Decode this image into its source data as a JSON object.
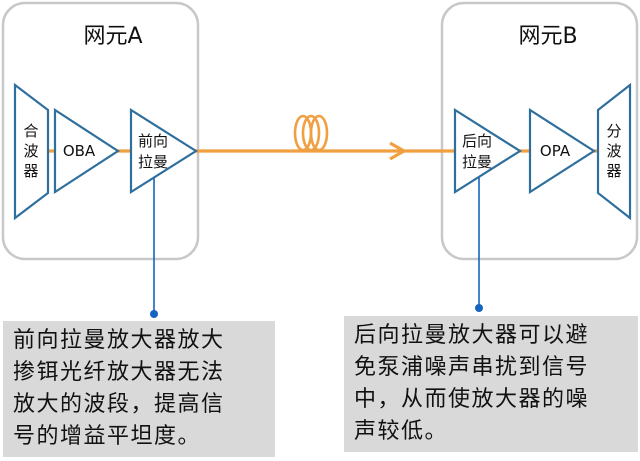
{
  "ne_a": {
    "title": "网元A"
  },
  "ne_b": {
    "title": "网元B"
  },
  "devices_a": {
    "mux": [
      "合",
      "波",
      "器"
    ],
    "oba": "OBA",
    "forward_raman": [
      "前向",
      "拉曼"
    ]
  },
  "devices_b": {
    "backward_raman": [
      "后向",
      "拉曼"
    ],
    "opa": "OPA",
    "demux": [
      "分",
      "波",
      "器"
    ]
  },
  "notes": {
    "forward": [
      "前向拉曼放大器放大",
      "掺铒光纤放大器无法",
      "放大的波段，提高信",
      "号的增益平坦度。"
    ],
    "backward": [
      "后向拉曼放大器可以避",
      "免泵浦噪声串扰到信号",
      "中，从而使放大器的噪",
      "声较低。"
    ]
  },
  "colors": {
    "amplifier_stroke": "#2e6f9e",
    "fiber": "#f0a040",
    "callout": "#1565c0",
    "note_bg": "#d9d9d9",
    "box_stroke": "#c8c8c8"
  }
}
